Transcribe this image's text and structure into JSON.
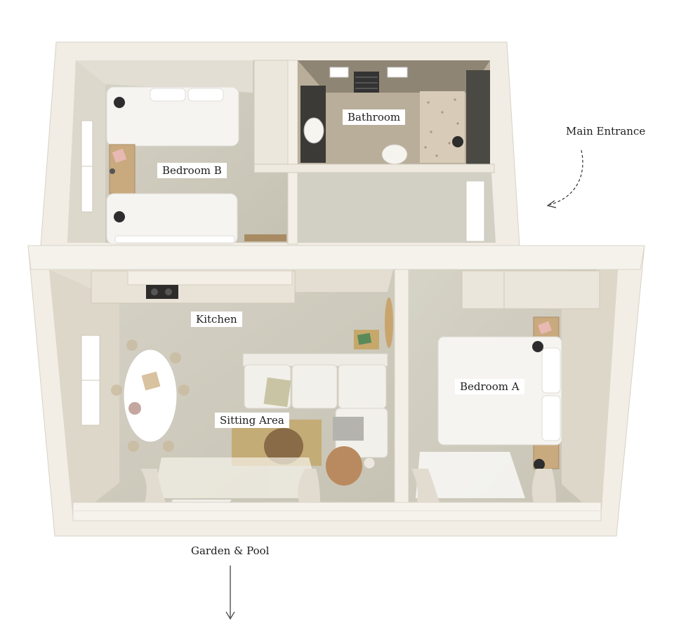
{
  "rooms": {
    "bedroom_b": "Bedroom B",
    "bathroom": "Bathroom",
    "kitchen": "Kitchen",
    "sitting_area": "Sitting Area",
    "bedroom_a": "Bedroom A"
  },
  "annotations": {
    "main_entrance": "Main Entrance",
    "garden_pool": "Garden & Pool"
  },
  "colors": {
    "wall": "#f3efe6",
    "wall_shadow": "#d9d3c6",
    "floor": "#cfccbf",
    "bathroom_floor": "#b6ab97",
    "bed": "#f4f3f0",
    "label_bg": "#ffffff",
    "text": "#1d1d1d"
  }
}
